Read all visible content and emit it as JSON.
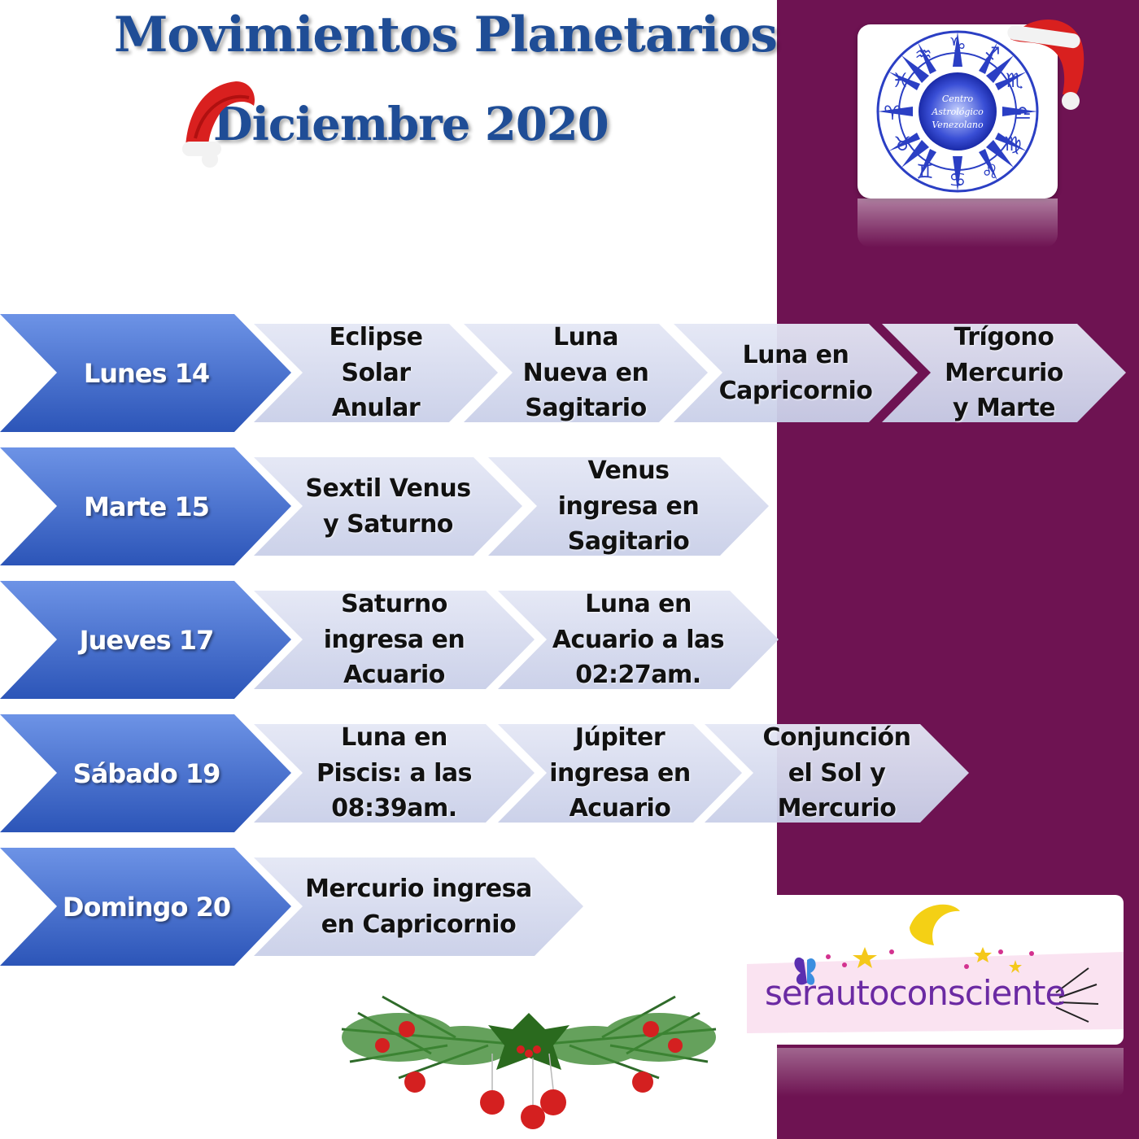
{
  "title": {
    "line1": "Movimientos Planetarios",
    "line2": "Diciembre 2020"
  },
  "logo": {
    "lettering": [
      "Centro",
      "Astrológico",
      "Venezolano"
    ],
    "icon": "zodiac-wheel-icon"
  },
  "brand": {
    "text": "serautoconsciente"
  },
  "colors": {
    "purple_panel": "#6e1352",
    "day_chevron": "#3f6fd0",
    "event_chevron": "#d6dbef",
    "title": "#1f4d96"
  },
  "schedule": [
    {
      "day": "Lunes 14",
      "events": [
        "Eclipse\nSolar\nAnular",
        "Luna\nNueva en\nSagitario",
        "Luna en\nCapricornio",
        "Trígono\nMercurio\ny Marte"
      ]
    },
    {
      "day": "Marte 15",
      "events": [
        "Sextil Venus\ny Saturno",
        "Venus\ningresa en\nSagitario"
      ]
    },
    {
      "day": "Jueves 17",
      "events": [
        "Saturno\ningresa en\nAcuario",
        "Luna en\nAcuario a las\n02:27am."
      ]
    },
    {
      "day": "Sábado 19",
      "events": [
        "Luna en\nPiscis: a las\n08:39am.",
        "Júpiter\ningresa en\nAcuario",
        "Conjunción\nel Sol y\nMercurio"
      ]
    },
    {
      "day": "Domingo 20",
      "events": [
        "Mercurio ingresa\nen Capricornio"
      ]
    }
  ]
}
